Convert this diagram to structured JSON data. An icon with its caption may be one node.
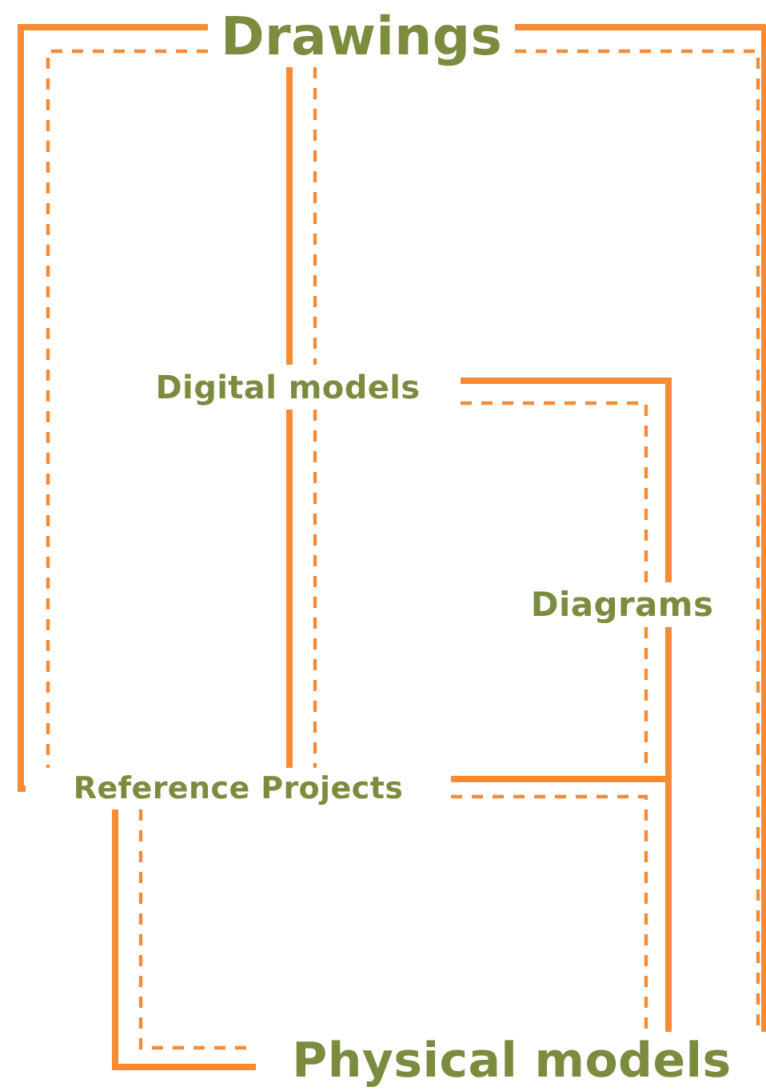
{
  "diagram": {
    "nodes": [
      {
        "text": [
          "Drawings"
        ]
      },
      {
        "text": [
          "Digital models"
        ]
      },
      {
        "text": [
          "Diagrams"
        ]
      },
      {
        "text": [
          "Reference Projects"
        ]
      },
      {
        "text": [
          "Physical models"
        ]
      }
    ],
    "edges": [
      {
        "from": 0,
        "to": 3,
        "arrow": "none",
        "style": "thick"
      },
      {
        "from": 0,
        "to": 3,
        "arrow": "none",
        "style": "dashed"
      },
      {
        "from": 0,
        "to": 4,
        "arrow": "none",
        "style": "thick"
      },
      {
        "from": 0,
        "to": 4,
        "arrow": "none",
        "style": "dashed"
      },
      {
        "from": 0,
        "to": 1,
        "arrow": "none",
        "style": "thick"
      },
      {
        "from": 0,
        "to": 1,
        "arrow": "none",
        "style": "dashed"
      },
      {
        "from": 1,
        "to": 3,
        "arrow": "none",
        "style": "thick"
      },
      {
        "from": 1,
        "to": 3,
        "arrow": "none",
        "style": "dashed"
      },
      {
        "from": 1,
        "to": 2,
        "arrow": "none",
        "style": "thick"
      },
      {
        "from": 1,
        "to": 2,
        "arrow": "none",
        "style": "dashed"
      },
      {
        "from": 2,
        "to": 4,
        "arrow": "none",
        "style": "thick"
      },
      {
        "from": 3,
        "to": 4,
        "arrow": "none",
        "style": "thick"
      },
      {
        "from": 3,
        "to": 4,
        "arrow": "none",
        "style": "thick"
      },
      {
        "from": 3,
        "to": 4,
        "arrow": "none",
        "style": "dashed"
      },
      {
        "from": 3,
        "to": 4,
        "arrow": "none",
        "style": "dashed"
      },
      {
        "from": 2,
        "to": null,
        "arrow": "none",
        "style": "dashed"
      }
    ]
  }
}
